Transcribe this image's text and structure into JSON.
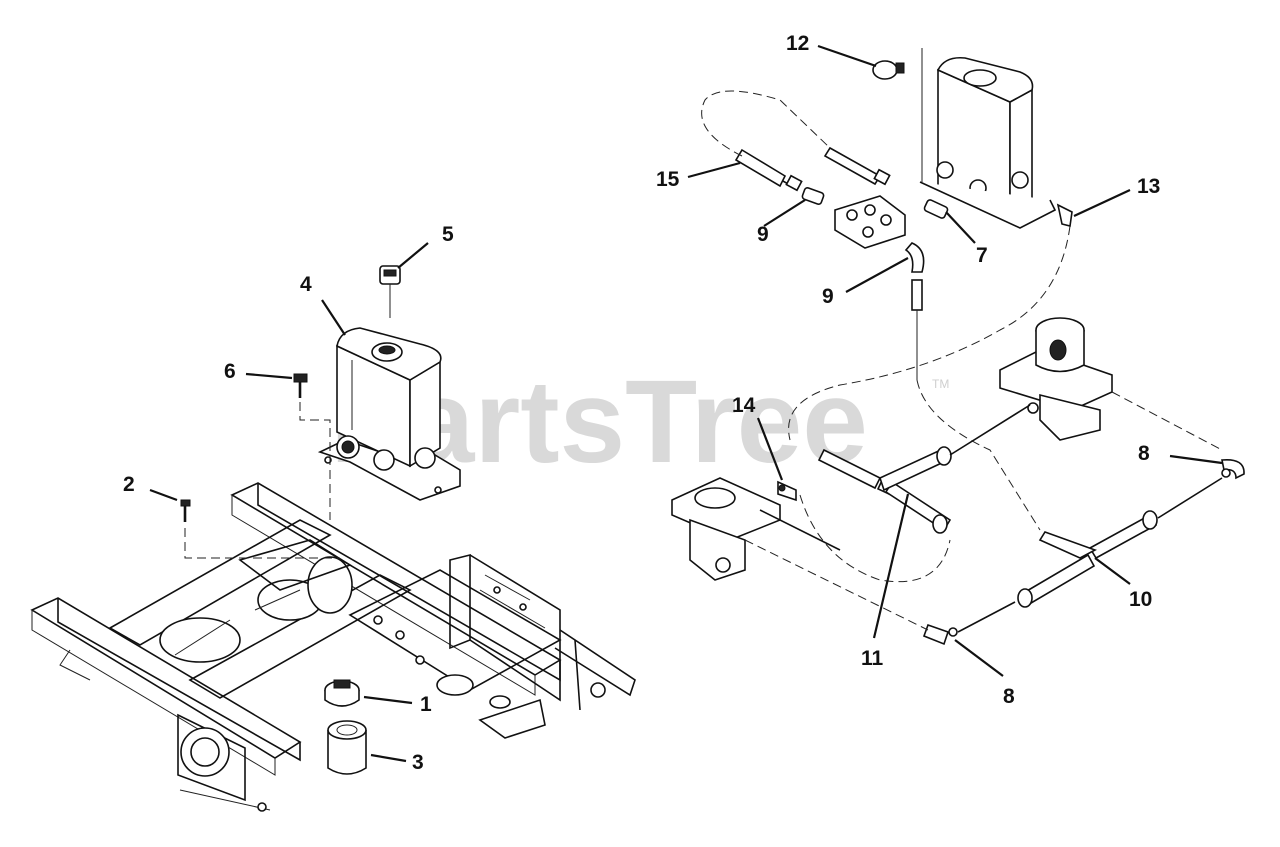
{
  "watermark": {
    "text": "PartsTree",
    "trademark": "TM"
  },
  "callouts": [
    {
      "id": "c1",
      "label": "1"
    },
    {
      "id": "c2",
      "label": "2"
    },
    {
      "id": "c3",
      "label": "3"
    },
    {
      "id": "c4",
      "label": "4"
    },
    {
      "id": "c5",
      "label": "5"
    },
    {
      "id": "c6",
      "label": "6"
    },
    {
      "id": "c7",
      "label": "7"
    },
    {
      "id": "c8a",
      "label": "8"
    },
    {
      "id": "c8b",
      "label": "8"
    },
    {
      "id": "c9a",
      "label": "9"
    },
    {
      "id": "c9b",
      "label": "9"
    },
    {
      "id": "c10",
      "label": "10"
    },
    {
      "id": "c11",
      "label": "11"
    },
    {
      "id": "c12",
      "label": "12"
    },
    {
      "id": "c13",
      "label": "13"
    },
    {
      "id": "c14",
      "label": "14"
    },
    {
      "id": "c15",
      "label": "15"
    }
  ]
}
